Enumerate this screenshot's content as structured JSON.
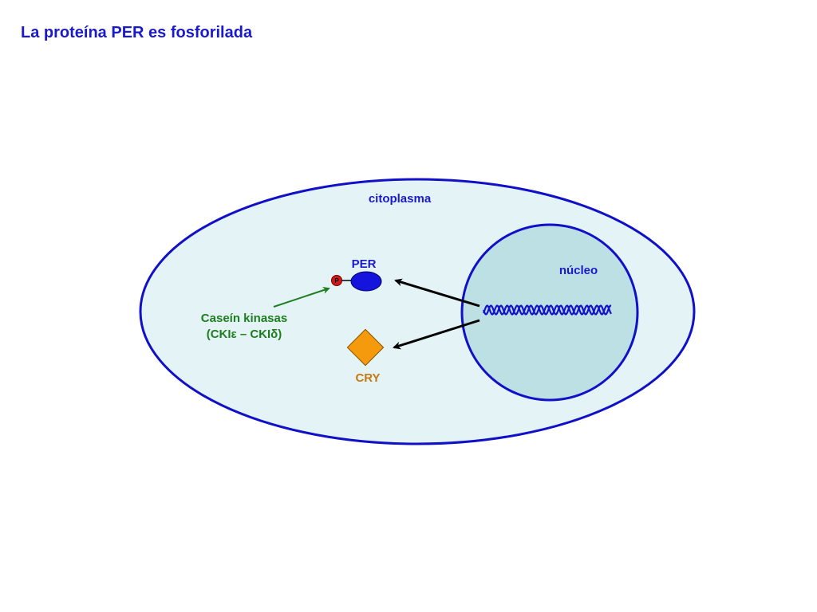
{
  "title": "La proteína PER es fosforilada",
  "labels": {
    "cytoplasm": "citoplasma",
    "nucleus": "núcleo",
    "per": "PER",
    "phosphate": "P",
    "kinase_line1": "Caseín kinasas",
    "kinase_line2": "(CKIε – CKIδ)",
    "cry": "CRY"
  },
  "colors": {
    "title": "#1a1acc",
    "membrane": "#1010c8",
    "cytoplasm_fill": "#e4f3f5",
    "nucleus_fill": "#bde0e4",
    "per_fill": "#1414dd",
    "phosphate_fill": "#d01818",
    "cry_fill": "#f59a0c",
    "kinase": "#1e7d1e",
    "cry_label": "#c8790f",
    "arrow": "#000000"
  },
  "icons": {
    "dna": "dna-helix-icon",
    "per": "per-protein-icon",
    "phosphate": "phosphate-icon",
    "cry": "cry-protein-icon"
  }
}
